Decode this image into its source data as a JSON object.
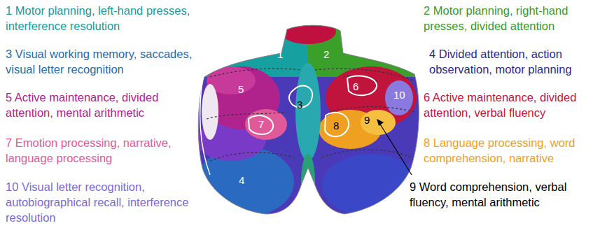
{
  "diagram": {
    "labels": [
      "1 Motor planning, left-hand presses, interference resolution",
      "2 Motor planning, right-hand presses, divided attention",
      "3 Visual working memory, saccades, visual letter recognition",
      "4 Divided attention, action observation, motor planning",
      "5 Active maintenance, divided attention, mental arithmetic",
      "6 Active maintenance, divided attention, verbal fluency",
      "7 Emotion processing, narrative, language processing",
      "8 Language processing, word comprehension, narrative",
      "10 Visual letter recognition, autobiographical recall, interference resolution",
      "9 Word comprehension, verbal fluency, mental arithmetic",
      "1",
      "2",
      "3",
      "4",
      "5",
      "6",
      "7",
      "8",
      "9",
      "10"
    ]
  }
}
